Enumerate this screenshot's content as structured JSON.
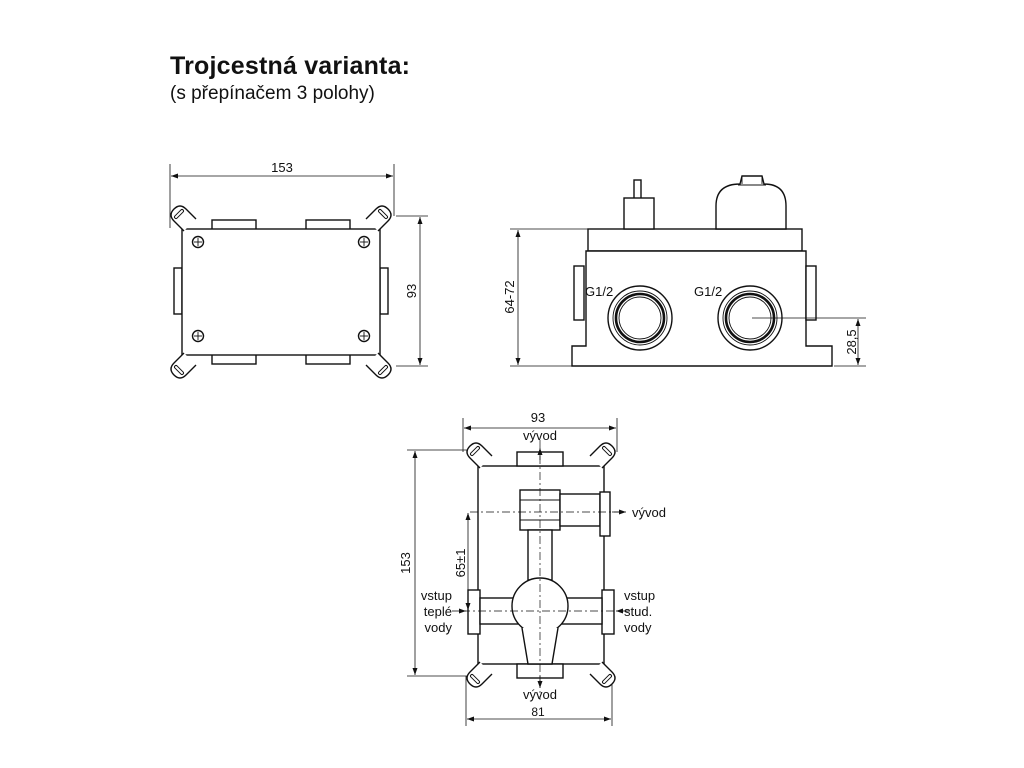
{
  "heading": {
    "title": "Trojcestná varianta:",
    "subtitle": "(s přepínačem 3 polohy)"
  },
  "top_view": {
    "width_dim": "153",
    "height_dim": "93"
  },
  "side_view": {
    "height_dim": "64-72",
    "port_left_label": "G1/2",
    "port_right_label": "G1/2",
    "port_height_dim": "28,5"
  },
  "front_view": {
    "width_dim": "93",
    "height_dim": "153",
    "bottom_width_dim": "81",
    "center_dim": "65±1",
    "outlet_top": "vývod",
    "outlet_right": "vývod",
    "outlet_bottom": "vývod",
    "inlet_hot": [
      "vstup",
      "teplé",
      "vody"
    ],
    "inlet_cold": [
      "vstup",
      "stud.",
      "vody"
    ]
  }
}
